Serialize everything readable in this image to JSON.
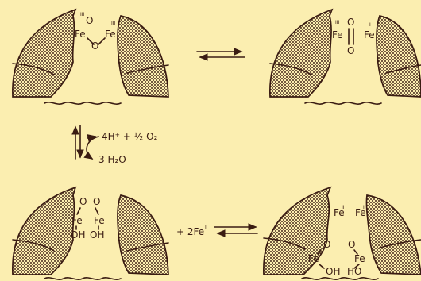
{
  "diagram": {
    "colors": {
      "background": "#fbeeb0",
      "ink": "#3a1c12"
    },
    "panel_a": {
      "fe_left": "Fe",
      "fe_left_ox": "III",
      "fe_right": "Fe",
      "fe_right_ox": "III",
      "o_top": "O",
      "o_bridge": "O"
    },
    "panel_b": {
      "fe_left": "Fe",
      "fe_left_ox": "III",
      "fe_right": "Fe",
      "fe_right_ox": "I",
      "o_top": "O",
      "o_bottom": "O"
    },
    "panel_c": {
      "fe_left": "Fe",
      "fe_right": "Fe",
      "o_left": "O",
      "o_right": "O",
      "oh_left": "OH",
      "oh_right": "OH"
    },
    "panel_d": {
      "fe_top_left": "Fe",
      "fe_top_left_ox": "II",
      "fe_top_right": "Fe",
      "fe_top_right_ox": "II",
      "fe_bottom_left": "Fe",
      "fe_bottom_right": "Fe",
      "o_left": "O",
      "o_right": "O",
      "oh_left": "OH",
      "ho_right": "HO"
    },
    "reaction": {
      "reactant": "4H⁺ + ½ O₂",
      "product": "3 H₂O"
    },
    "addition": {
      "plus": "+ 2Fe",
      "ox": "II"
    }
  }
}
